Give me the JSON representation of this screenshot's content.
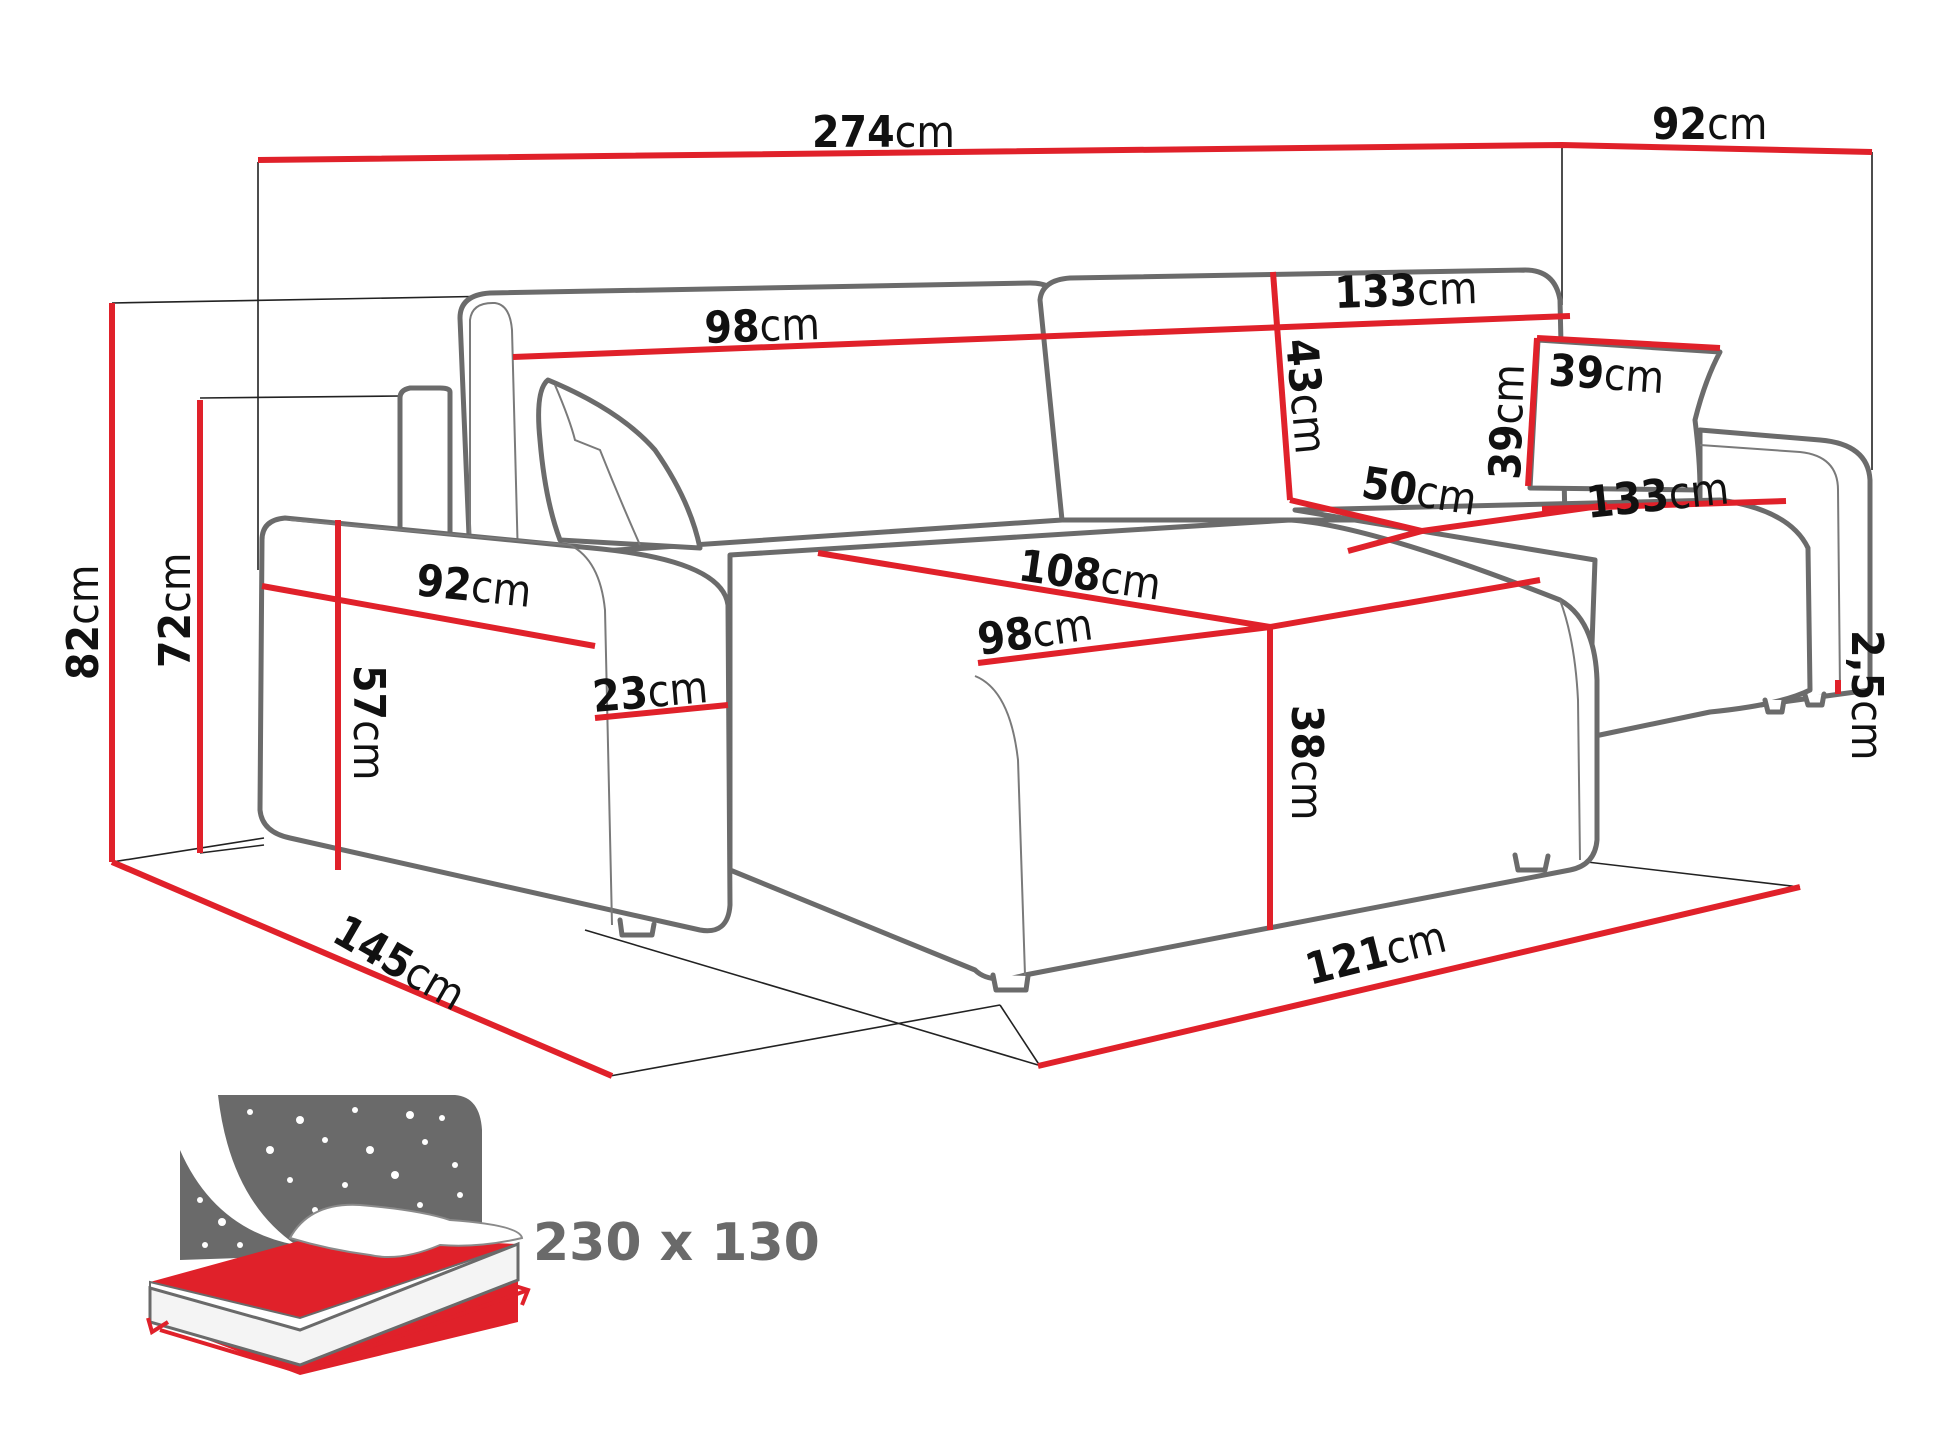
{
  "diagram": {
    "subject": "Corner sofa bed dimensions",
    "unit": "cm",
    "colors": {
      "dimension_line": "#e0212a",
      "outline": "#6b6b6b",
      "guide": "#222222",
      "label": "#111111",
      "bed_icon_gray": "#6a6a6a",
      "bed_icon_red": "#e0212a"
    },
    "dimensions": {
      "total_width": {
        "value": "274",
        "unit": "cm"
      },
      "chaise_depth_top": {
        "value": "92",
        "unit": "cm"
      },
      "total_height": {
        "value": "82",
        "unit": "cm"
      },
      "armrest_height": {
        "value": "72",
        "unit": "cm"
      },
      "total_depth": {
        "value": "145",
        "unit": "cm"
      },
      "chaise_width": {
        "value": "121",
        "unit": "cm"
      },
      "backrest_left_width": {
        "value": "98",
        "unit": "cm"
      },
      "backrest_right_width": {
        "value": "133",
        "unit": "cm"
      },
      "backrest_height": {
        "value": "43",
        "unit": "cm"
      },
      "pillow_height": {
        "value": "39",
        "unit": "cm"
      },
      "pillow_width": {
        "value": "39",
        "unit": "cm"
      },
      "seat_depth_right": {
        "value": "50",
        "unit": "cm"
      },
      "seat_width_right": {
        "value": "133",
        "unit": "cm"
      },
      "chaise_length": {
        "value": "108",
        "unit": "cm"
      },
      "seat_width_left": {
        "value": "98",
        "unit": "cm"
      },
      "seat_height": {
        "value": "38",
        "unit": "cm"
      },
      "armrest_depth": {
        "value": "92",
        "unit": "cm"
      },
      "armrest_seat_height": {
        "value": "57",
        "unit": "cm"
      },
      "armrest_width": {
        "value": "23",
        "unit": "cm"
      },
      "leg_height": {
        "value": "2,5",
        "unit": "cm"
      }
    },
    "sleeping_area": {
      "icon": "bed-icon",
      "label": "230 x 130"
    }
  }
}
